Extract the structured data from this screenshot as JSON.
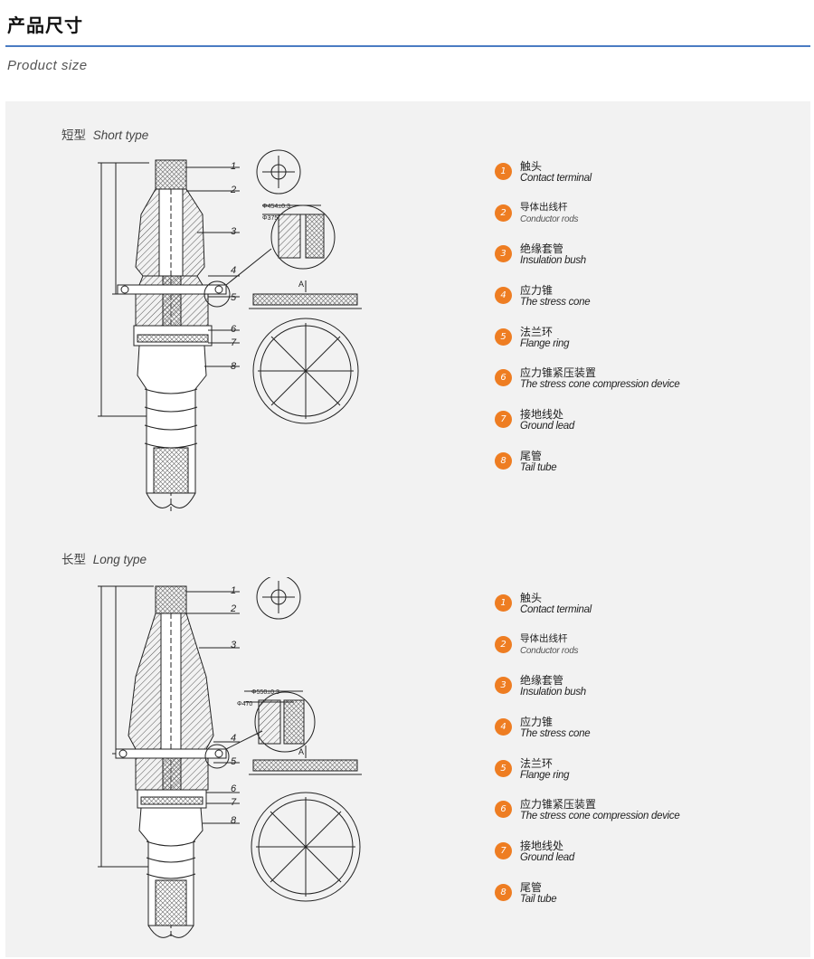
{
  "header": {
    "title": "产品尺寸",
    "subtitle": "Product size"
  },
  "sections": [
    {
      "label_cn": "短型",
      "label_en": "Short type",
      "callouts": [
        "1",
        "2",
        "3",
        "4",
        "5",
        "6",
        "7",
        "8"
      ],
      "legend": [
        {
          "num": "1",
          "cn": "触头",
          "en": "Contact terminal"
        },
        {
          "num": "2",
          "cn": "导体出线杆",
          "en": "Conductor rods"
        },
        {
          "num": "3",
          "cn": "绝缘套管",
          "en": "Insulation bush"
        },
        {
          "num": "4",
          "cn": "应力锥",
          "en": "The stress cone"
        },
        {
          "num": "5",
          "cn": "法兰环",
          "en": "Flange ring"
        },
        {
          "num": "6",
          "cn": "应力锥紧压装置",
          "en": "The stress cone compression device"
        },
        {
          "num": "7",
          "cn": "接地线处",
          "en": "Ground lead"
        },
        {
          "num": "8",
          "cn": "尾管",
          "en": "Tail tube"
        }
      ]
    },
    {
      "label_cn": "长型",
      "label_en": "Long type",
      "callouts": [
        "1",
        "2",
        "3",
        "4",
        "5",
        "6",
        "7",
        "8"
      ],
      "legend": [
        {
          "num": "1",
          "cn": "触头",
          "en": "Contact terminal"
        },
        {
          "num": "2",
          "cn": "导体出线杆",
          "en": "Conductor rods"
        },
        {
          "num": "3",
          "cn": "绝缘套管",
          "en": "Insulation bush"
        },
        {
          "num": "4",
          "cn": "应力锥",
          "en": "The stress cone"
        },
        {
          "num": "5",
          "cn": "法兰环",
          "en": "Flange ring"
        },
        {
          "num": "6",
          "cn": "应力锥紧压装置",
          "en": "The stress cone compression device"
        },
        {
          "num": "7",
          "cn": "接地线处",
          "en": "Ground lead"
        },
        {
          "num": "8",
          "cn": "尾管",
          "en": "Tail tube"
        }
      ]
    }
  ],
  "drawing_text": {
    "short_dims": [
      "Φ454±0.3",
      "Φ375",
      "A"
    ],
    "long_dims": [
      "Φ550±0.3",
      "Φ470",
      "A"
    ]
  },
  "colors": {
    "accent_rule": "#4a7cc3",
    "legend_badge": "#ee7d22",
    "panel_bg": "#f2f2f2"
  }
}
